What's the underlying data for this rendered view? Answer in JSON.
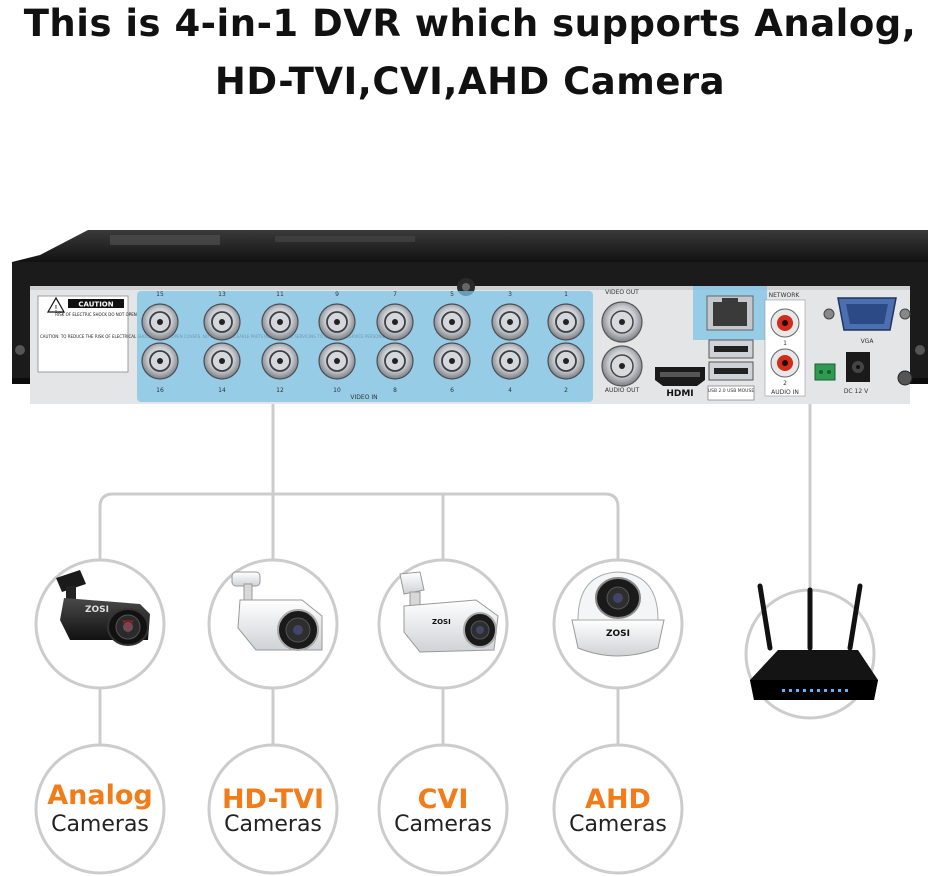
{
  "headline": {
    "line1": "This is 4-in-1 DVR which supports Analog,",
    "line2": "HD-TVI,CVI,AHD Camera"
  },
  "dvr": {
    "caution_title": "CAUTION",
    "caution_sub": "RISK OF ELECTRIC SHOCK\nDO NOT OPEN",
    "caution_body": "CAUTION: TO REDUCE THE RISK OF ELECTRICAL SHOCK, DO NOT OPEN COVERS. NO USER SERVICEABLE PARTS INSIDE. REFER SERVICING TO QUALIFIED SERVICE PERSONNEL",
    "video_in_label": "VIDEO IN",
    "video_top_numbers": [
      "15",
      "13",
      "11",
      "9",
      "7",
      "5",
      "3",
      "1"
    ],
    "video_bottom_numbers": [
      "16",
      "14",
      "12",
      "10",
      "8",
      "6",
      "4",
      "2"
    ],
    "video_out_label": "VIDEO OUT",
    "audio_out_label": "AUDIO OUT",
    "hdmi_label": "HDMI",
    "usb_label": "USB 2.0\nUSB MOUSE",
    "network_label": "NETWORK",
    "audio_in_label": "AUDIO IN",
    "vga_label": "VGA",
    "dc_label": "DC 12 V",
    "audio_in_numbers": [
      "1",
      "2"
    ]
  },
  "cameras": [
    {
      "type": "Analog",
      "sub": "Cameras",
      "brand": "ZOSI"
    },
    {
      "type": "HD-TVI",
      "sub": "Cameras",
      "brand": ""
    },
    {
      "type": "CVI",
      "sub": "Cameras",
      "brand": "ZOSI"
    },
    {
      "type": "AHD",
      "sub": "Cameras",
      "brand": "ZOSI"
    }
  ],
  "colors": {
    "accent": "#f07d1a",
    "highlight": "#7ec3e6",
    "line": "#cccccc",
    "dvr_body": "#222222",
    "dvr_panel": "#e4e5e7"
  }
}
